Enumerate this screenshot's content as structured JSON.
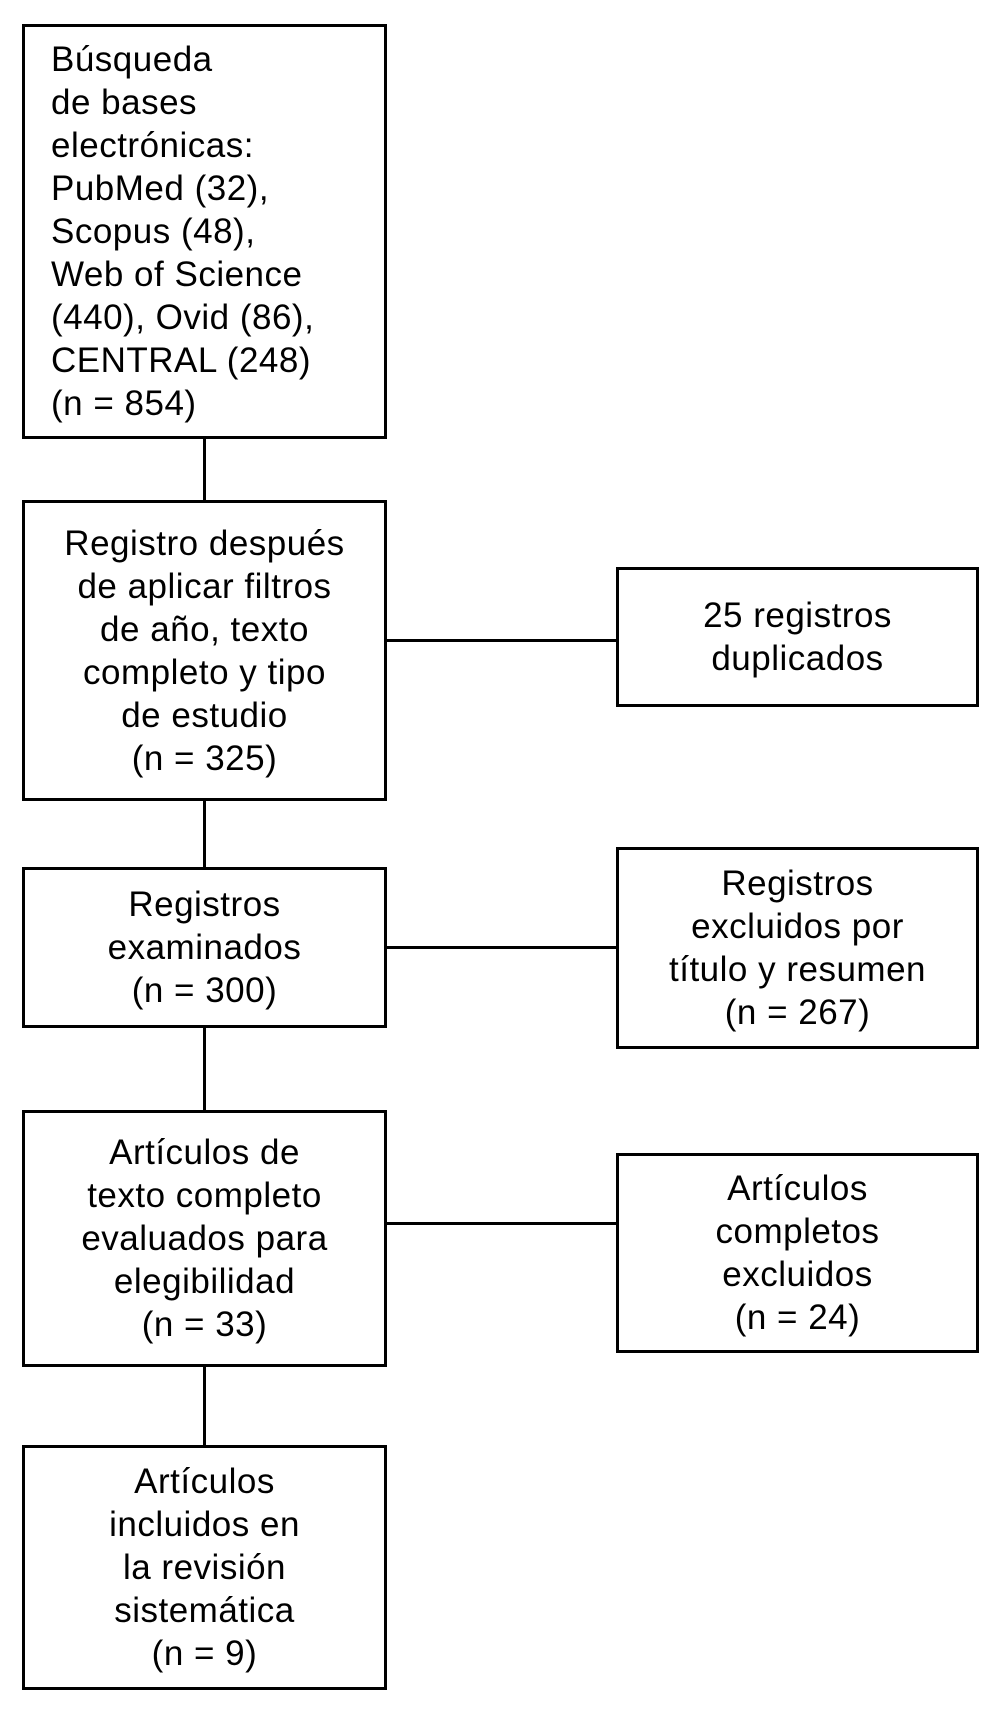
{
  "diagram": {
    "colors": {
      "background": "#ffffff",
      "line": "#000000",
      "text": "#000000"
    },
    "boxes": {
      "search": "Búsqueda\nde bases\nelectrónicas:\nPubMed (32),\nScopus (48),\nWeb of Science\n(440), Ovid (86),\nCENTRAL (248)\n(n = 854)",
      "after_filters": "Registro después\nde aplicar filtros\nde año, texto\ncompleto y tipo\nde estudio\n(n = 325)",
      "screened": "Registros\nexaminados\n(n = 300)",
      "fulltext_assessed": "Artículos de\ntexto completo\nevaluados para\nelegibilidad\n(n = 33)",
      "included": "Artículos\nincluidos en\nla revisión\nsistemática\n(n = 9)",
      "duplicates": "25 registros\nduplicados",
      "excluded_screening": "Registros\nexcluidos por\ntítulo y resumen\n(n = 267)",
      "excluded_fulltext": "Artículos\ncompletos\nexcluidos\n(n = 24)"
    }
  }
}
